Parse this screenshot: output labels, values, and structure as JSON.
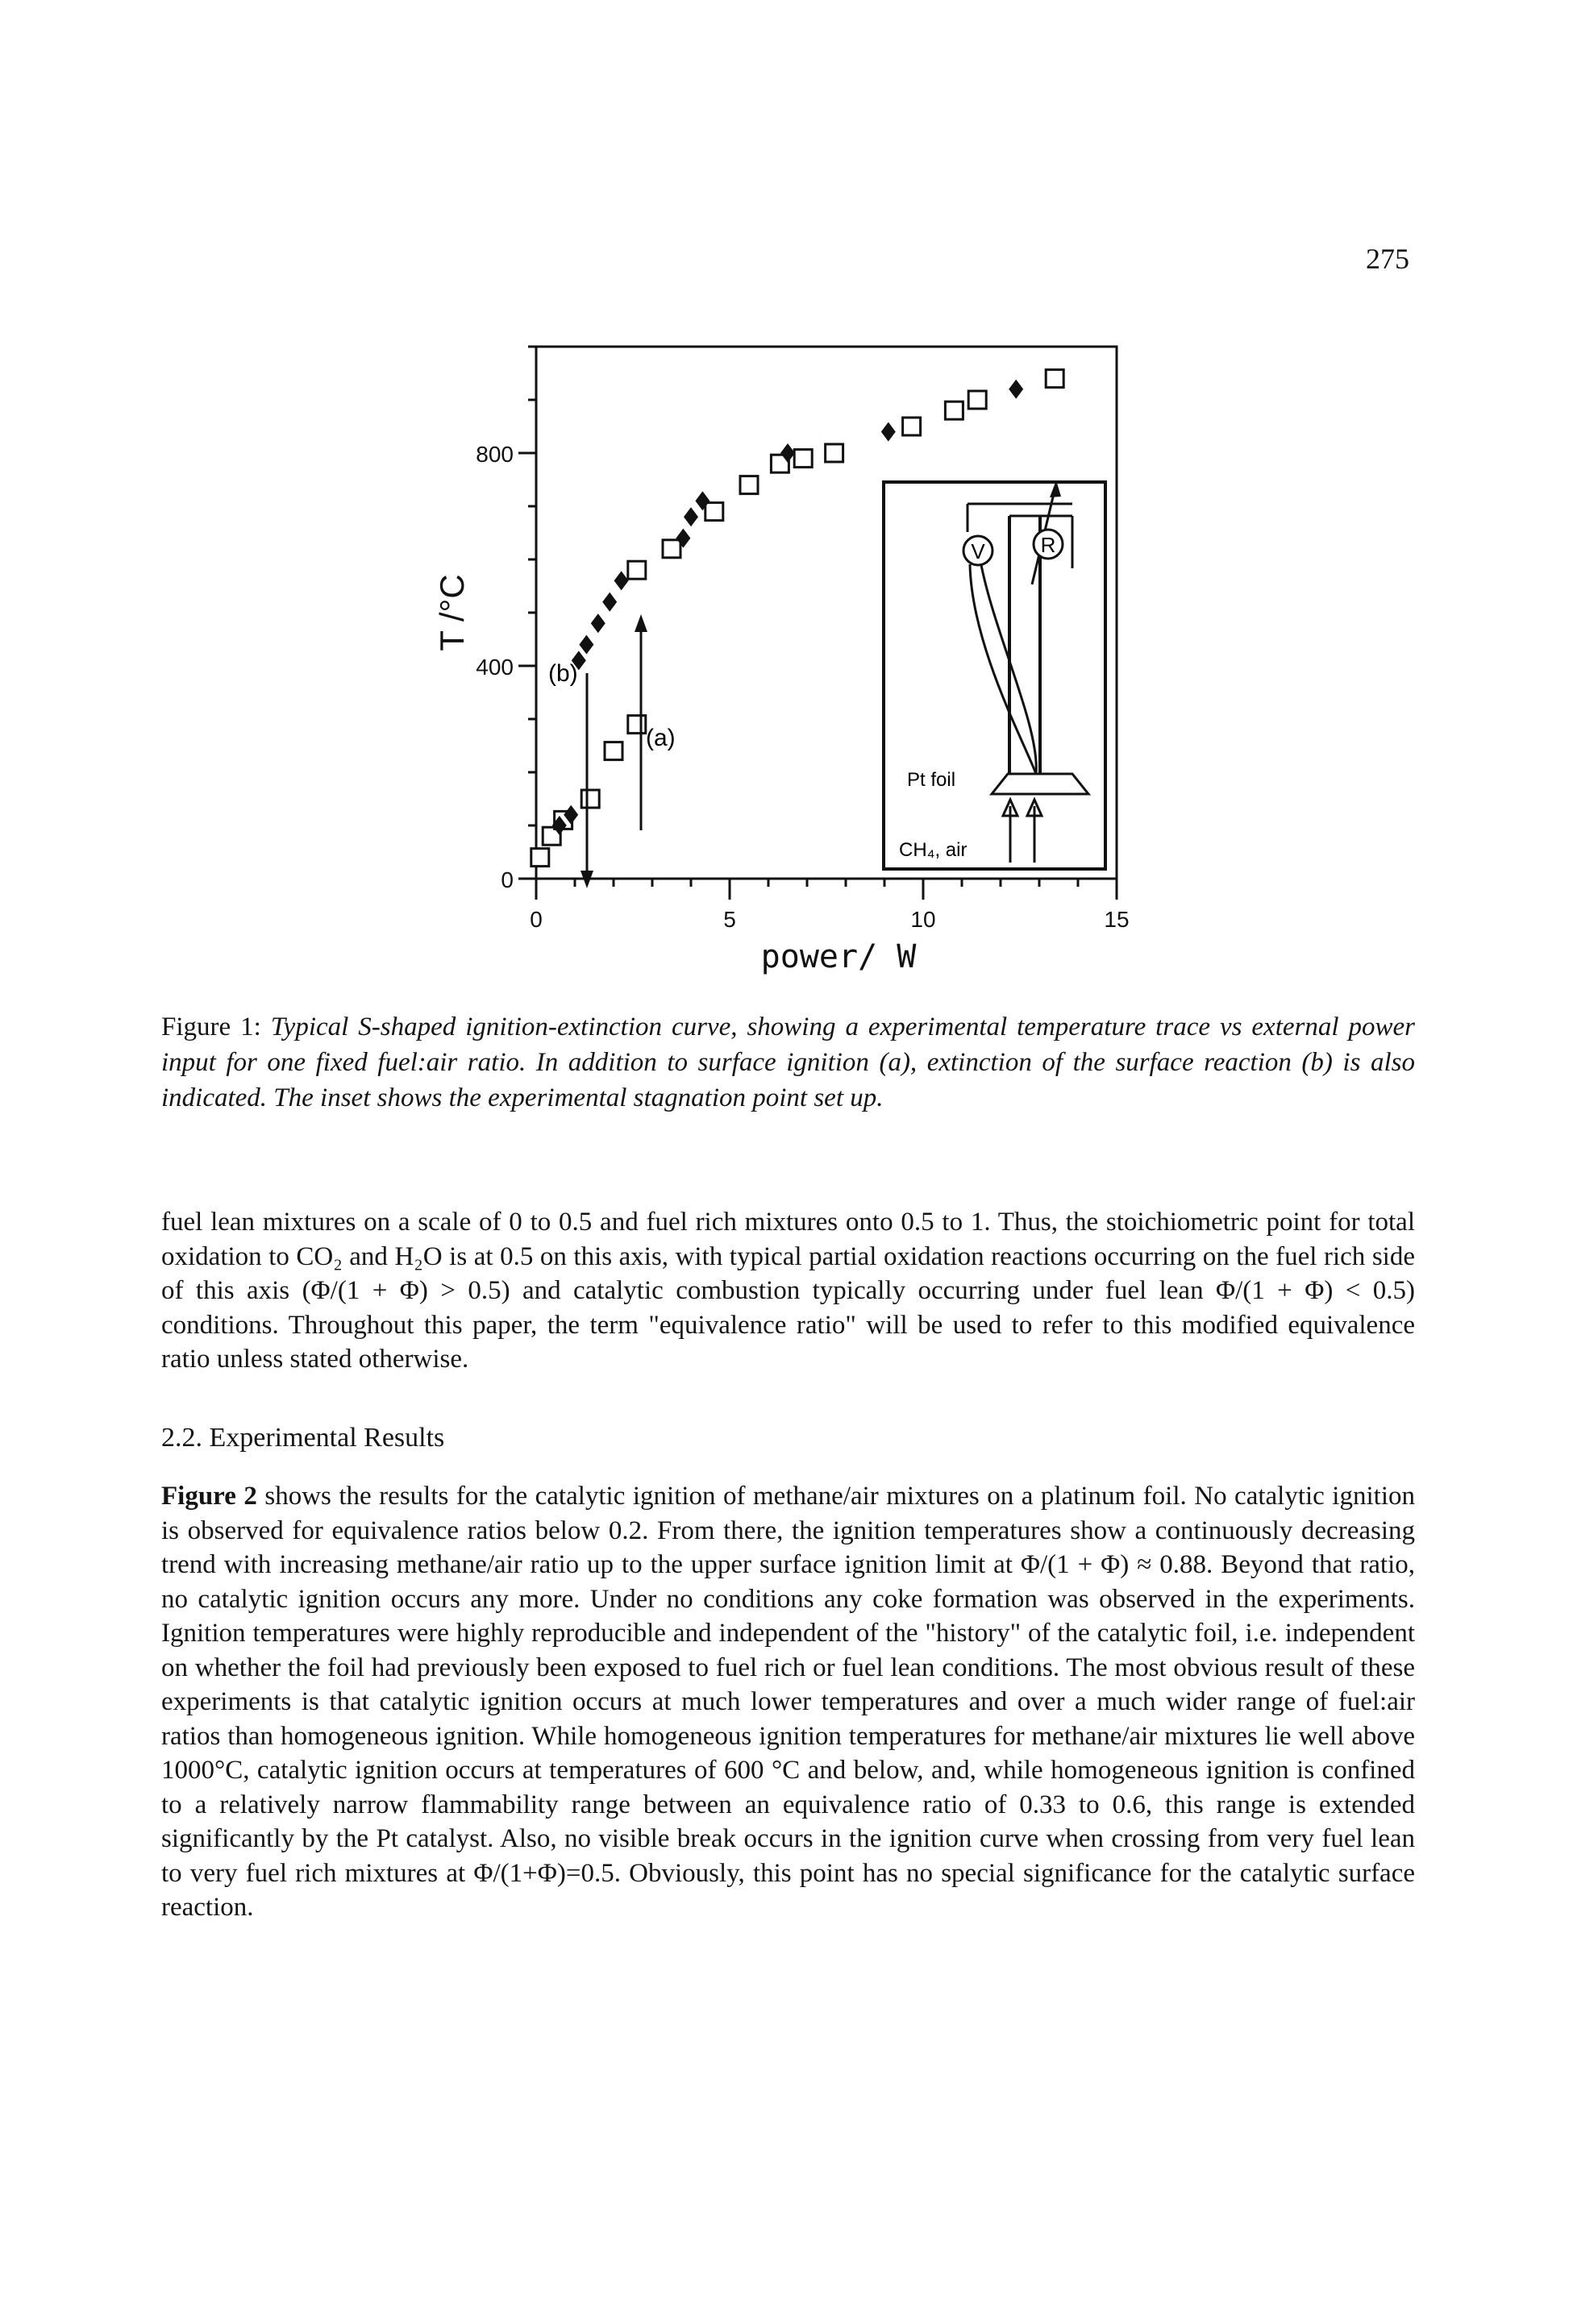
{
  "page_number": "275",
  "figure": {
    "chart_data": {
      "type": "scatter",
      "title": "",
      "xlabel": "power/ W",
      "ylabel": "T /°C",
      "xlim": [
        0,
        15
      ],
      "ylim": [
        0,
        1000
      ],
      "x_ticks": [
        0,
        5,
        10,
        15
      ],
      "y_ticks": [
        0,
        400,
        800
      ],
      "series": [
        {
          "marker": "open-square",
          "points": [
            [
              0.1,
              40
            ],
            [
              0.4,
              80
            ],
            [
              0.7,
              110
            ],
            [
              1.4,
              150
            ],
            [
              2.0,
              240
            ],
            [
              2.6,
              290
            ],
            [
              2.6,
              580
            ],
            [
              3.5,
              620
            ],
            [
              4.6,
              690
            ],
            [
              5.5,
              740
            ],
            [
              6.3,
              780
            ],
            [
              6.9,
              790
            ],
            [
              7.7,
              800
            ],
            [
              9.7,
              850
            ],
            [
              10.8,
              880
            ],
            [
              11.4,
              900
            ],
            [
              13.4,
              940
            ]
          ]
        },
        {
          "marker": "filled-diamond",
          "points": [
            [
              0.6,
              100
            ],
            [
              0.9,
              120
            ],
            [
              1.1,
              410
            ],
            [
              1.3,
              440
            ],
            [
              1.6,
              480
            ],
            [
              1.9,
              520
            ],
            [
              2.2,
              560
            ],
            [
              3.8,
              640
            ],
            [
              4.0,
              680
            ],
            [
              4.3,
              710
            ],
            [
              6.5,
              800
            ],
            [
              9.1,
              840
            ],
            [
              12.4,
              920
            ]
          ]
        }
      ],
      "annotations": [
        "(a)",
        "(b)"
      ]
    },
    "inset": {
      "labels": [
        "V",
        "R",
        "Pt foil",
        "CH₄, air"
      ]
    }
  },
  "caption": {
    "label": "Figure 1:",
    "text": "Typical S-shaped ignition-extinction curve, showing a experimental temperature trace vs external power input for one fixed fuel:air ratio. In addition to surface ignition (a), extinction of the surface reaction (b) is also indicated. The inset shows the experimental stagnation point set up."
  },
  "paragraph1": "fuel lean mixtures on a scale of 0 to 0.5 and fuel rich mixtures onto 0.5 to 1. Thus, the stoichiometric point for total oxidation to CO₂ and H₂O is at 0.5 on this axis, with typical partial oxidation reactions occurring on the fuel rich side of this axis (Φ/(1 + Φ) > 0.5) and catalytic combustion typically occurring under fuel lean Φ/(1 + Φ) < 0.5) conditions. Throughout this paper, the term \"equivalence ratio\" will be used to refer to this modified equivalence ratio unless stated otherwise.",
  "section_heading": "2.2. Experimental Results",
  "paragraph2_ref": "Figure 2",
  "paragraph2": " shows the results for the catalytic ignition of methane/air mixtures on a platinum foil. No catalytic ignition is observed for equivalence ratios below 0.2. From there, the ignition temperatures show a continuously decreasing trend with increasing methane/air ratio up to the upper surface ignition limit at Φ/(1 + Φ) ≈ 0.88. Beyond that ratio, no catalytic ignition occurs any more. Under no conditions any coke formation was observed in the experiments. Ignition temperatures were highly reproducible and independent of the \"history\" of the catalytic foil, i.e. independent on whether the foil had previously been exposed to fuel rich or fuel lean conditions. The most obvious result of these experiments is that catalytic ignition occurs at much lower temperatures and over a much wider range of fuel:air ratios than homogeneous ignition. While homogeneous ignition temperatures for methane/air mixtures lie well above 1000°C, catalytic ignition occurs at temperatures of 600 °C and below, and, while homogeneous ignition is confined to a relatively narrow flammability range between an equivalence ratio of 0.33 to 0.6, this range is extended significantly by the Pt catalyst. Also, no visible break occurs in the ignition curve when crossing from very fuel lean to very fuel rich mixtures at Φ/(1+Φ)=0.5. Obviously, this point has no special significance for the catalytic surface reaction."
}
